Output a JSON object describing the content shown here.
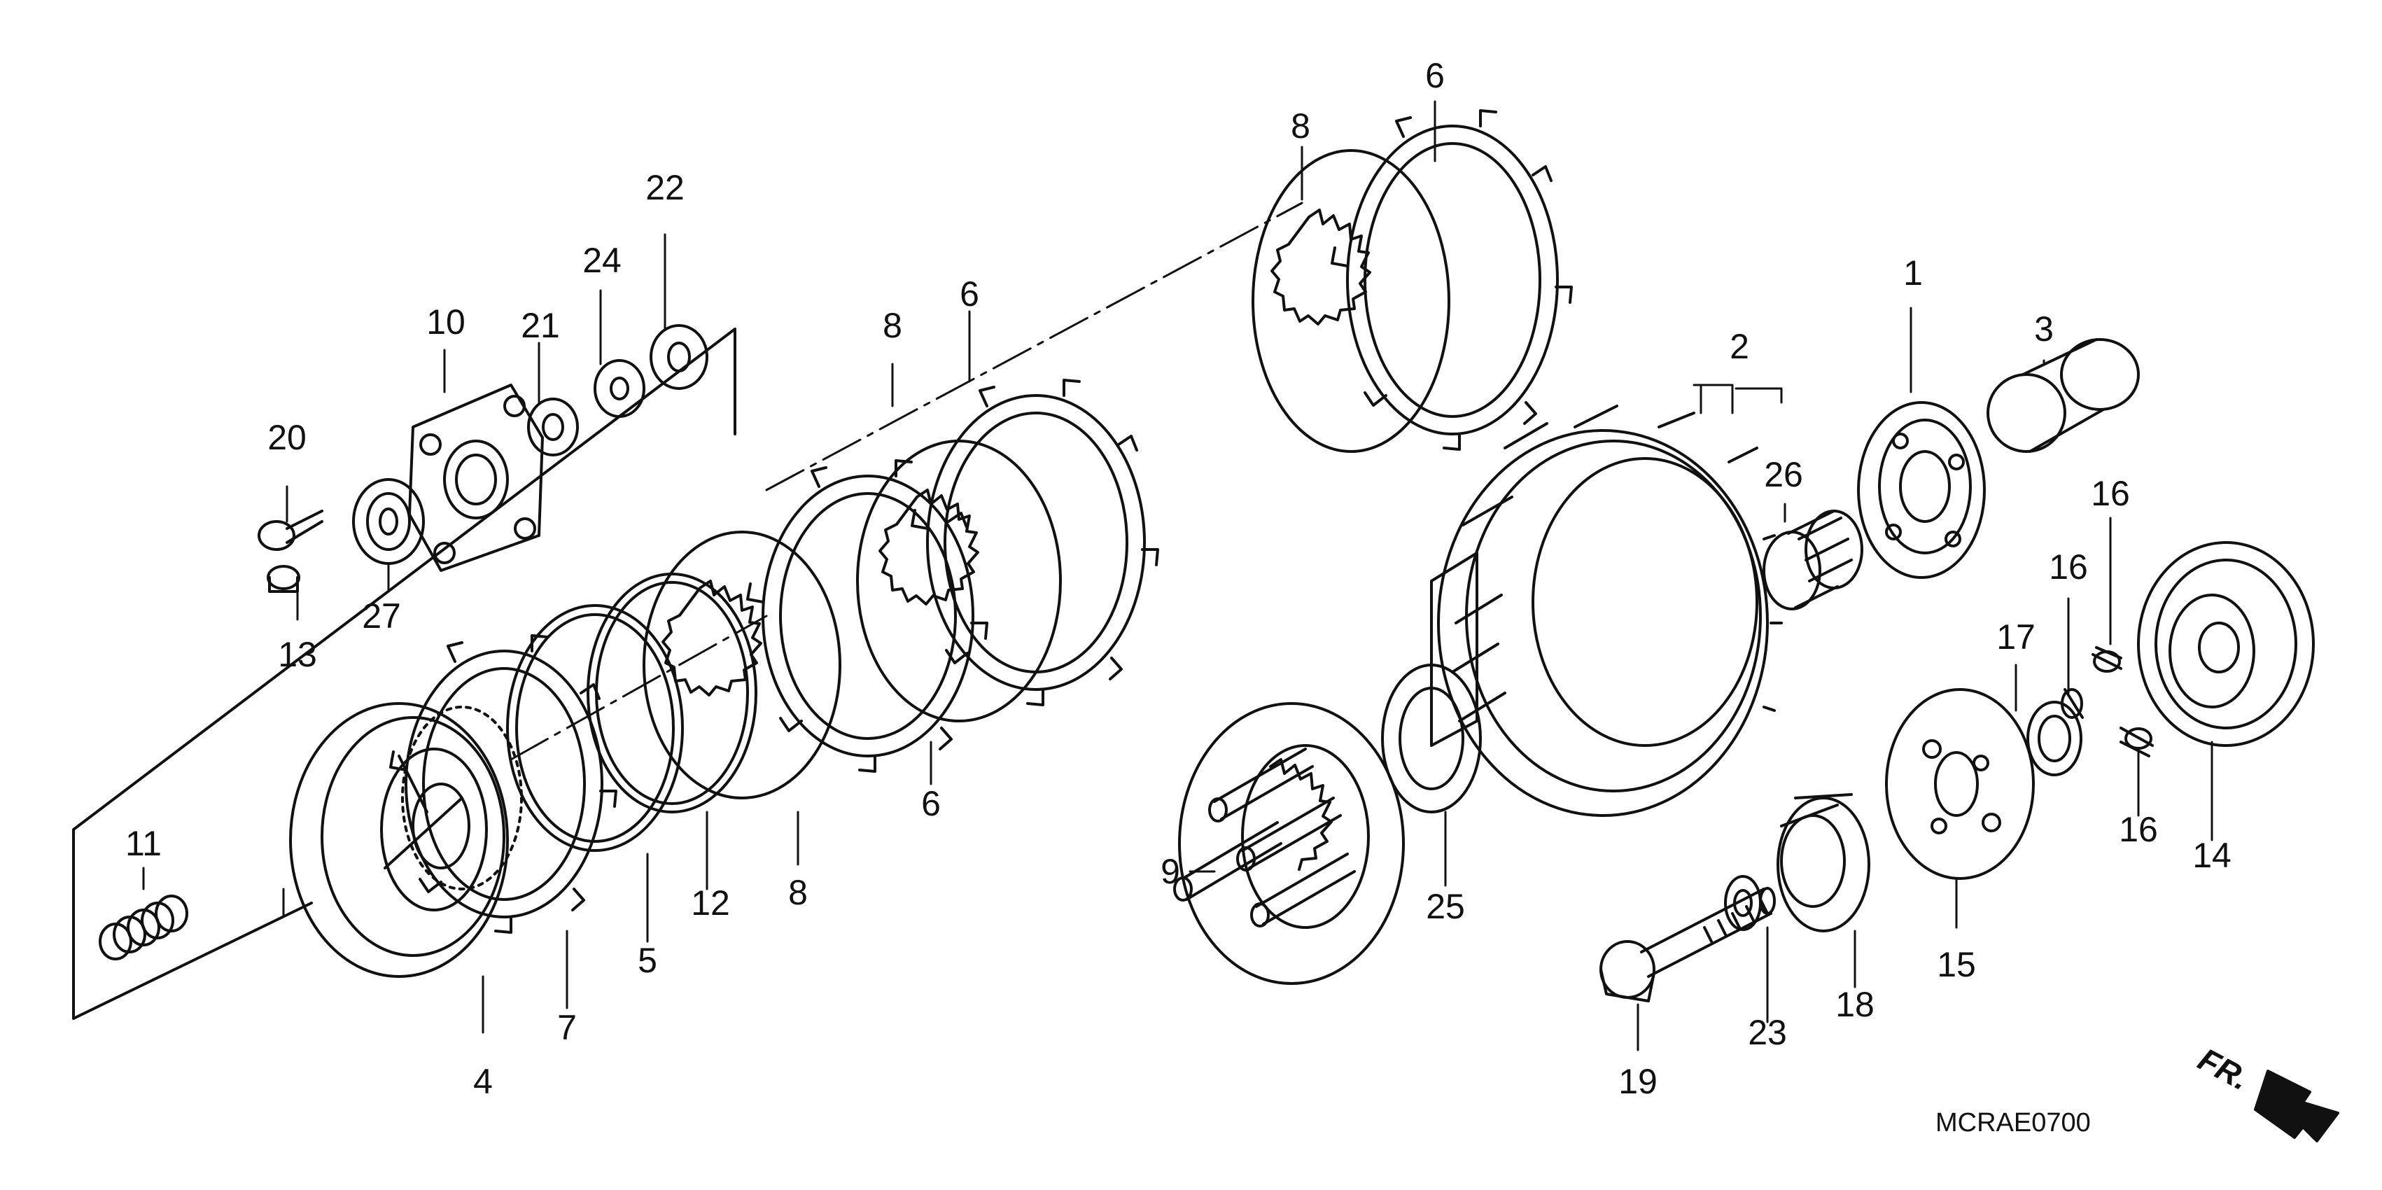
{
  "diagram": {
    "code": "MCRAE0700",
    "direction_label": "FR.",
    "labels": [
      {
        "id": "1",
        "text": "1"
      },
      {
        "id": "2",
        "text": "2"
      },
      {
        "id": "3",
        "text": "3"
      },
      {
        "id": "4",
        "text": "4"
      },
      {
        "id": "5",
        "text": "5"
      },
      {
        "id": "6a",
        "text": "6"
      },
      {
        "id": "6b",
        "text": "6"
      },
      {
        "id": "6c",
        "text": "6"
      },
      {
        "id": "7",
        "text": "7"
      },
      {
        "id": "8a",
        "text": "8"
      },
      {
        "id": "8b",
        "text": "8"
      },
      {
        "id": "8c",
        "text": "8"
      },
      {
        "id": "9",
        "text": "9"
      },
      {
        "id": "10",
        "text": "10"
      },
      {
        "id": "11",
        "text": "11"
      },
      {
        "id": "12",
        "text": "12"
      },
      {
        "id": "13",
        "text": "13"
      },
      {
        "id": "14",
        "text": "14"
      },
      {
        "id": "15",
        "text": "15"
      },
      {
        "id": "16a",
        "text": "16"
      },
      {
        "id": "16b",
        "text": "16"
      },
      {
        "id": "16c",
        "text": "16"
      },
      {
        "id": "17",
        "text": "17"
      },
      {
        "id": "18",
        "text": "18"
      },
      {
        "id": "19",
        "text": "19"
      },
      {
        "id": "20",
        "text": "20"
      },
      {
        "id": "21",
        "text": "21"
      },
      {
        "id": "22",
        "text": "22"
      },
      {
        "id": "23",
        "text": "23"
      },
      {
        "id": "24",
        "text": "24"
      },
      {
        "id": "25",
        "text": "25"
      },
      {
        "id": "26",
        "text": "26"
      },
      {
        "id": "27",
        "text": "27"
      }
    ]
  }
}
